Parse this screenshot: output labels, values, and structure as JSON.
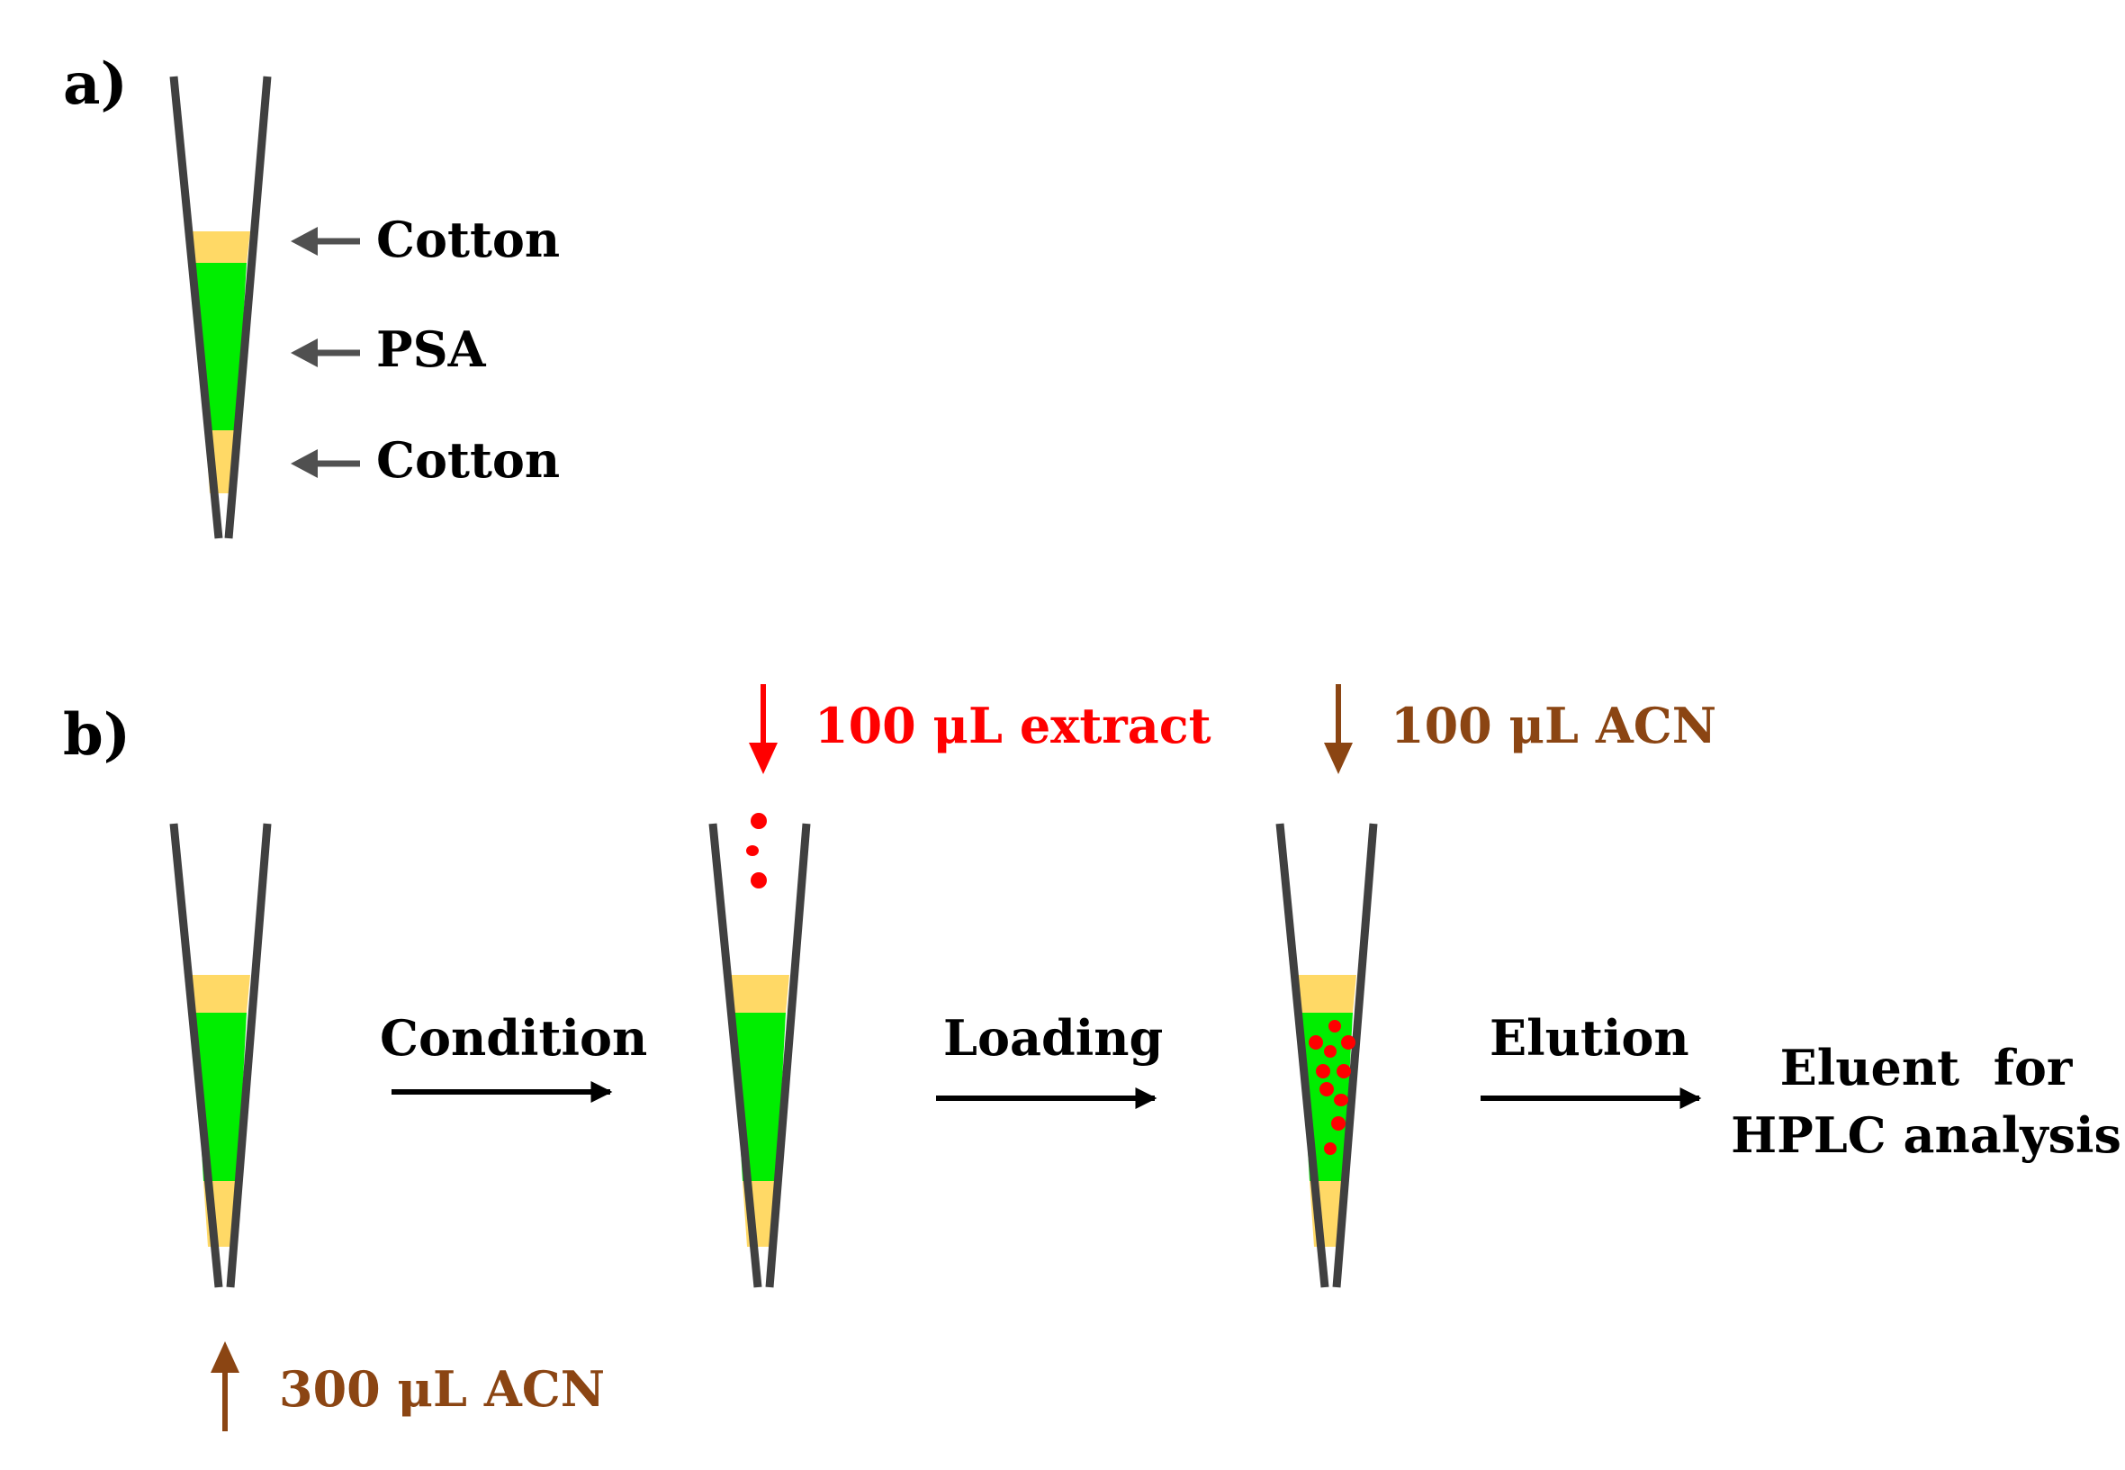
{
  "panel_a": {
    "label": "a)",
    "labels": {
      "top": "Cotton",
      "middle": "PSA",
      "bottom": "Cotton"
    }
  },
  "panel_b": {
    "label": "b)",
    "input_condition": "300 μL ACN",
    "input_loading": "100 μL extract",
    "input_elution": "100 μL ACN",
    "steps": {
      "condition": "Condition",
      "loading": "Loading",
      "elution": "Elution"
    },
    "result_line1": "Eluent  for",
    "result_line2": "HPLC analysis"
  },
  "colors": {
    "cotton": "#FFD966",
    "psa": "#00EE00",
    "tube_wall": "#404040",
    "label_arrow": "#505050",
    "acn": "#8B4513",
    "extract": "#FF0000",
    "analyte_dot": "#FF0000"
  }
}
